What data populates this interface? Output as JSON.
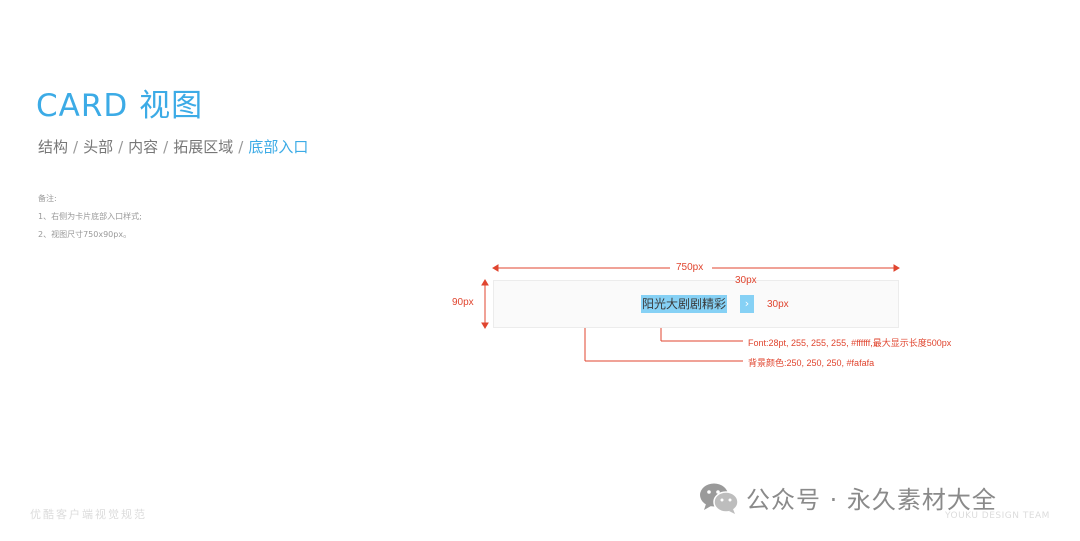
{
  "title": "CARD 视图",
  "breadcrumb": {
    "items": [
      "结构",
      "头部",
      "内容",
      "拓展区域"
    ],
    "active": "底部入口",
    "separator": "/"
  },
  "notes": {
    "heading": "备注:",
    "line1": "1、右侧为卡片底部入口样式;",
    "line2": "2、视图尺寸750x90px。"
  },
  "spec": {
    "card_text": "阳光大剧剧精彩",
    "chevron": "›",
    "width_label": "750px",
    "height_label": "90px",
    "icon_width_label": "30px",
    "icon_height_label": "30px",
    "font_annotation": "Font:28pt, 255, 255, 255, #ffffff,最大显示长度500px",
    "bg_annotation": "背景颜色:250, 250, 250, #fafafa"
  },
  "footer": {
    "left": "优酷客户端视觉规范",
    "right": "YOUKU DESIGN TEAM"
  },
  "watermark": {
    "text": "公众号 · 永久素材大全",
    "icon": "wechat-icon"
  },
  "colors": {
    "accent": "#3cabe6",
    "annotation": "#e0452f",
    "card_bg": "#fafafa",
    "highlight": "#86d1f5"
  }
}
